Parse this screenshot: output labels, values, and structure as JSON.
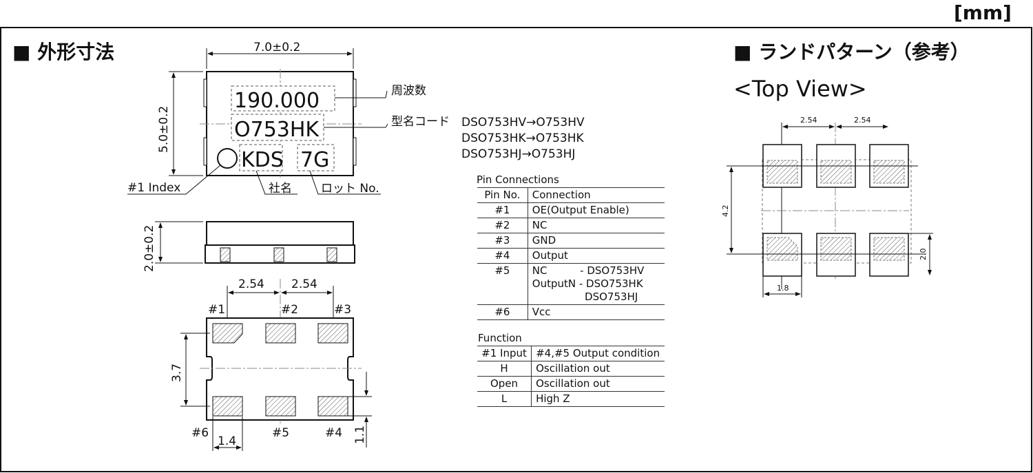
{
  "unit_label": "[mm]",
  "outline_title": "■ 外形寸法",
  "land_title": "■ ランドパターン（参考）",
  "top_view_label": "<Top View>",
  "package": {
    "width_dim": "7.0±0.2",
    "height_dim": "5.0±0.2",
    "thickness_dim": "2.0±0.2",
    "marking_freq": "190.000",
    "marking_model": "O753HK",
    "marking_company": "KDS",
    "marking_lot": "7G",
    "label_freq": "周波数",
    "label_model": "型名コード",
    "label_index": "#1 Index",
    "label_company": "社名",
    "label_lot": "ロット No.",
    "model_map": [
      "DSO753HV→O753HV",
      "DSO753HK→O753HK",
      "DSO753HJ→O753HJ"
    ]
  },
  "bottom_view": {
    "pitch1": "2.54",
    "pitch2": "2.54",
    "pins_top": [
      "#1",
      "#2",
      "#3"
    ],
    "pins_bottom": [
      "#6",
      "#5",
      "#4"
    ],
    "vert_dim": "3.7",
    "pad_width": "1.4",
    "pad_height": "1.1"
  },
  "land_pattern": {
    "pitch1": "2.54",
    "pitch2": "2.54",
    "vert_dim": "4.2",
    "pad_height": "2.0",
    "pad_width": "1.8"
  },
  "pin_connections": {
    "caption": "Pin Connections",
    "headers": [
      "Pin No.",
      "Connection"
    ],
    "rows": [
      [
        "#1",
        "OE(Output Enable)"
      ],
      [
        "#2",
        "NC"
      ],
      [
        "#3",
        "GND"
      ],
      [
        "#4",
        "Output"
      ],
      [
        "#5",
        "NC          - DSO753HV\nOutputN - DSO753HK\n                DSO753HJ"
      ],
      [
        "#6",
        "Vcc"
      ]
    ]
  },
  "function": {
    "caption": "Function",
    "headers": [
      "#1 Input",
      "#4,#5 Output condition"
    ],
    "rows": [
      [
        "H",
        "Oscillation out"
      ],
      [
        "Open",
        "Oscillation out"
      ],
      [
        "L",
        "High Z"
      ]
    ]
  }
}
